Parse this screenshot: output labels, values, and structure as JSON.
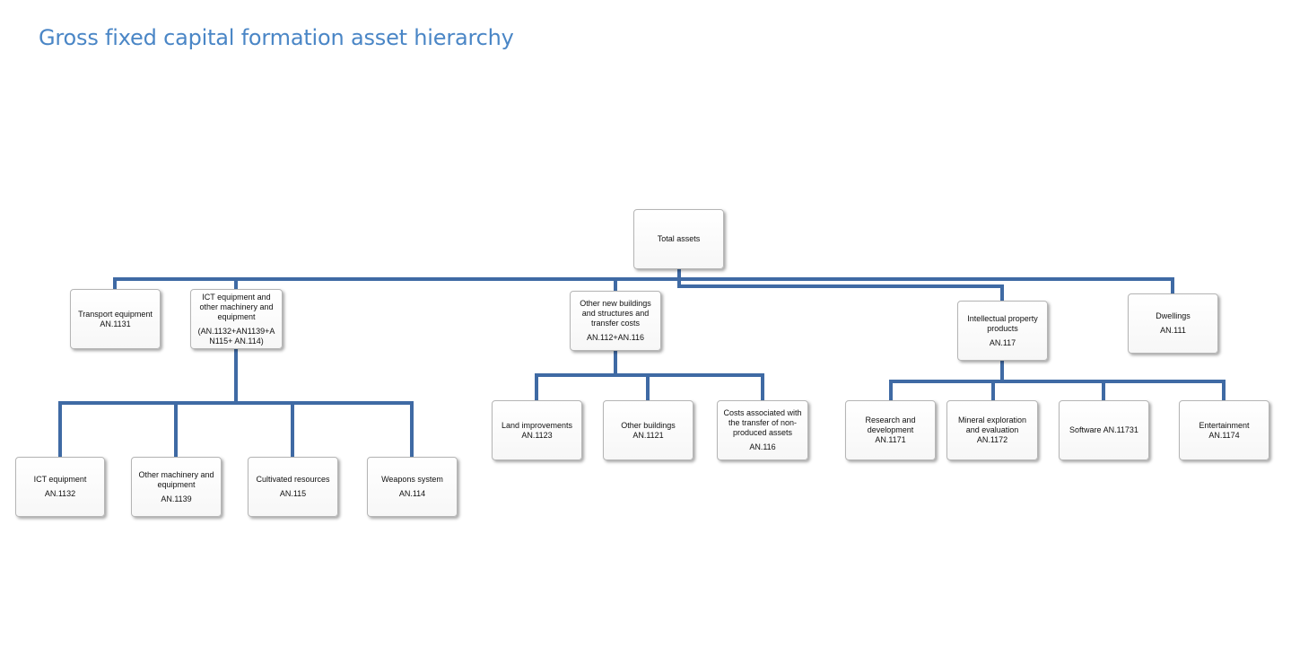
{
  "title": "Gross fixed capital formation asset hierarchy",
  "line_color": "#3f6aa4",
  "nodes": {
    "total": {
      "label": "Total assets"
    },
    "transport": {
      "label": "Transport equipment",
      "code": "AN.1131"
    },
    "ict_other": {
      "label": "ICT  equipment and other machinery and equipment",
      "code": "(AN.1132+AN1139+A N115+ AN.114)"
    },
    "buildings": {
      "label": "Other new buildings and structures and transfer costs",
      "code": "AN.112+AN.116"
    },
    "ipp": {
      "label": "Intellectual property products",
      "code": "AN.117"
    },
    "dwellings": {
      "label": "Dwellings",
      "code": "AN.111"
    },
    "ict": {
      "label": "ICT equipment",
      "code": "AN.1132"
    },
    "other_machinery": {
      "label": "Other machinery and equipment",
      "code": "AN.1139"
    },
    "cultivated": {
      "label": "Cultivated resources",
      "code": "AN.115"
    },
    "weapons": {
      "label": "Weapons system",
      "code": "AN.114"
    },
    "land": {
      "label": "Land improvements",
      "code": "AN.1123"
    },
    "other_buildings": {
      "label": "Other buildings",
      "code": "AN.1121"
    },
    "transfer_costs": {
      "label": "Costs associated with the transfer of non-produced assets",
      "code": "AN.116"
    },
    "rnd": {
      "label": "Research and development",
      "code": "AN.1171"
    },
    "mineral": {
      "label": "Mineral exploration and evaluation",
      "code": "AN.1172"
    },
    "software": {
      "label": "Software AN.11731"
    },
    "entertainment": {
      "label": "Entertainment",
      "code": "AN.1174"
    }
  }
}
